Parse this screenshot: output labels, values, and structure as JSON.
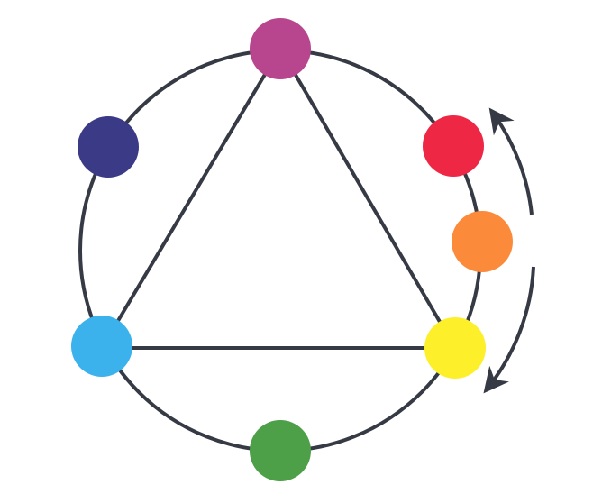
{
  "diagram": {
    "type": "color-wheel",
    "line_color": "#363a45",
    "background": "#ffffff",
    "colors": [
      {
        "name": "magenta",
        "hex": "#b8468f"
      },
      {
        "name": "red",
        "hex": "#ee2744"
      },
      {
        "name": "orange",
        "hex": "#fb8a3a"
      },
      {
        "name": "yellow",
        "hex": "#fdf02a"
      },
      {
        "name": "green",
        "hex": "#4d9f48"
      },
      {
        "name": "light-blue",
        "hex": "#3bb2ec"
      },
      {
        "name": "indigo",
        "hex": "#3a3a87"
      }
    ],
    "triangle_vertices": [
      "magenta",
      "yellow",
      "light-blue"
    ],
    "arrows": [
      {
        "name": "arrow-up",
        "direction": "counterclockwise"
      },
      {
        "name": "arrow-down",
        "direction": "clockwise"
      }
    ]
  }
}
